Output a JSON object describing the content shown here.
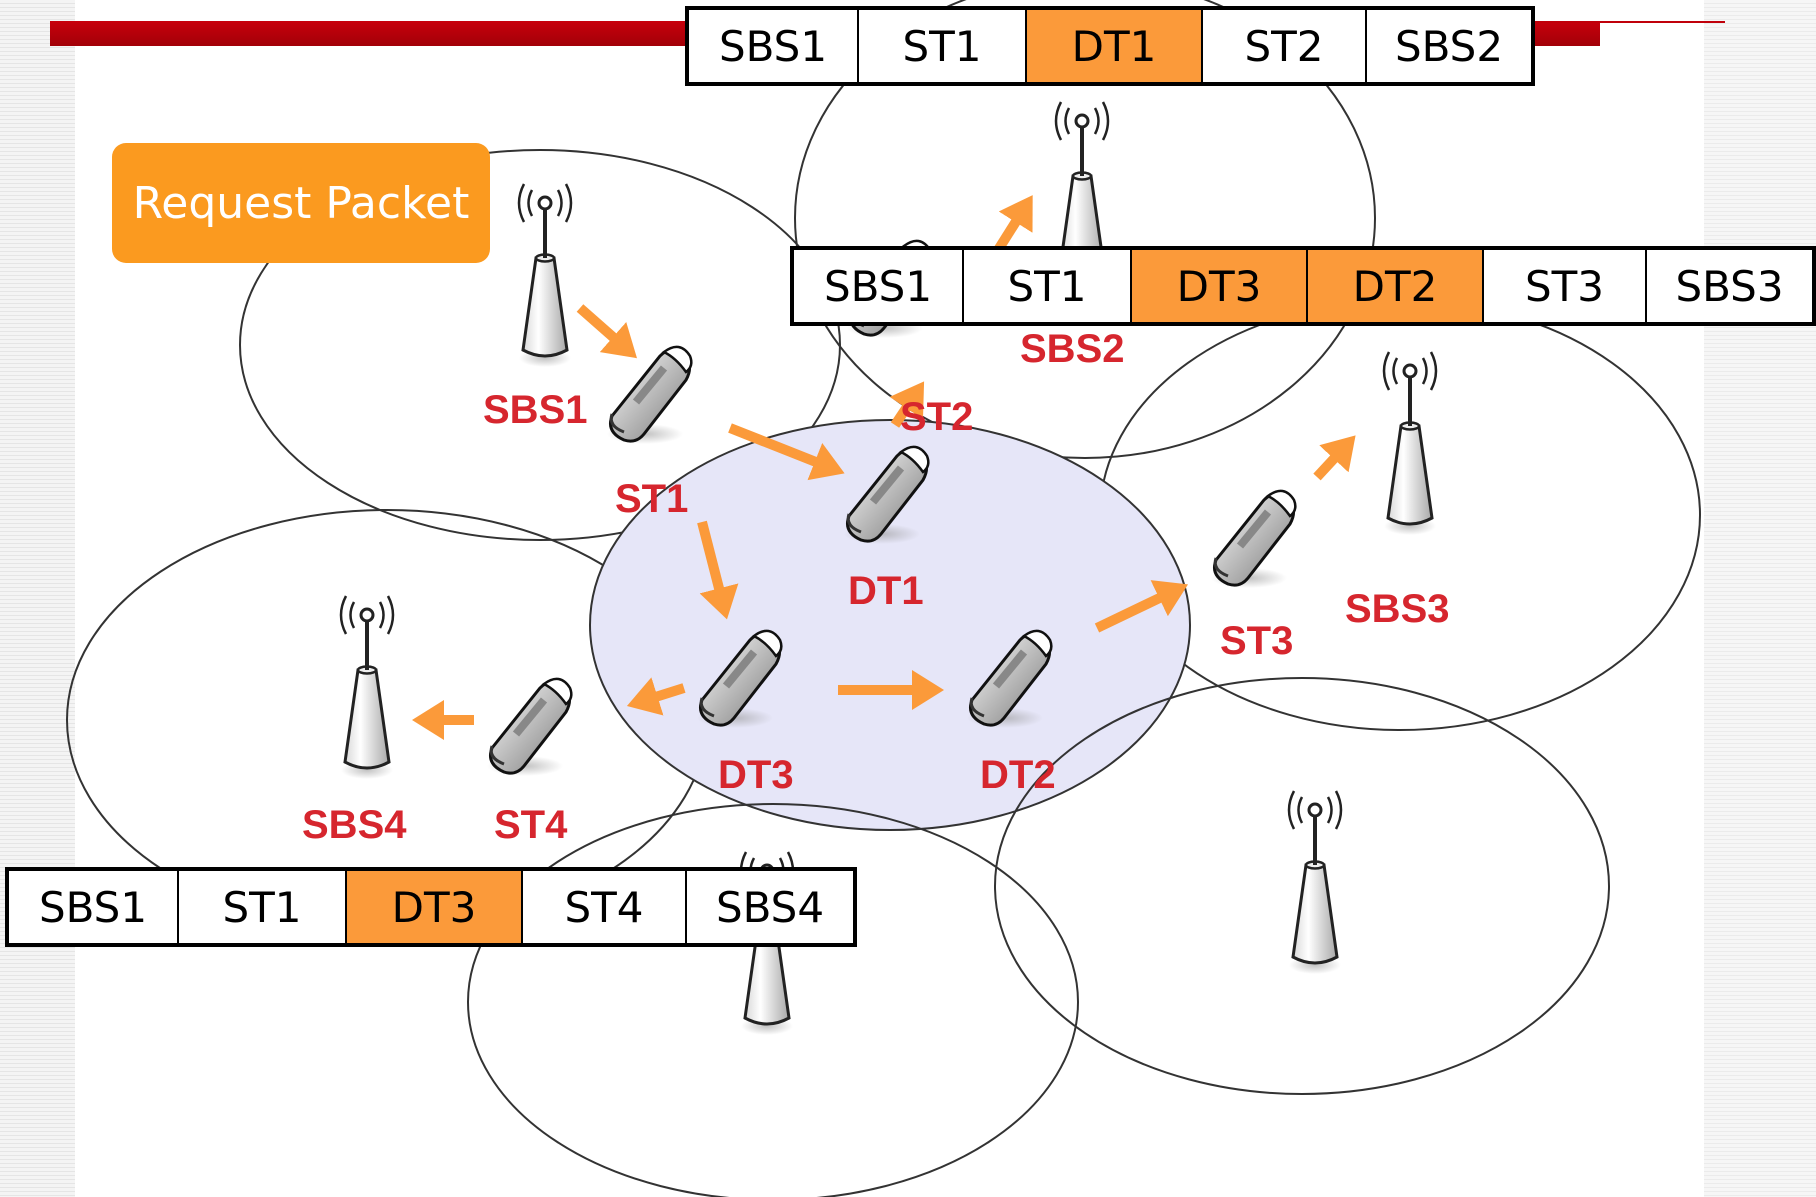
{
  "colors": {
    "arrow": "#fb9a3a",
    "label": "#d6262e",
    "highlight_cell": "#fb9a3a",
    "badge": "#fb9a1f",
    "shaded_cell": "#e6e6f8",
    "title_bar": "#c0000a"
  },
  "request_badge": {
    "text": "Request Packet"
  },
  "nodes": {
    "sbs1": "SBS1",
    "st1": "ST1",
    "dt1": "DT1",
    "st2": "ST2",
    "sbs2": "SBS2",
    "sbs3": "SBS3",
    "st3": "ST3",
    "dt2": "DT2",
    "dt3": "DT3",
    "st4": "ST4",
    "sbs4": "SBS4"
  },
  "icons": [
    "antenna-tower-icon",
    "mobile-phone-icon"
  ],
  "packets": [
    {
      "cells": [
        {
          "text": "SBS1",
          "highlight": false
        },
        {
          "text": "ST1",
          "highlight": false
        },
        {
          "text": "DT1",
          "highlight": true
        },
        {
          "text": "ST2",
          "highlight": false
        },
        {
          "text": "SBS2",
          "highlight": false
        }
      ]
    },
    {
      "cells": [
        {
          "text": "SBS1",
          "highlight": false
        },
        {
          "text": "ST1",
          "highlight": false
        },
        {
          "text": "DT3",
          "highlight": true
        },
        {
          "text": "DT2",
          "highlight": true
        },
        {
          "text": "ST3",
          "highlight": false
        },
        {
          "text": "SBS3",
          "highlight": false
        }
      ]
    },
    {
      "cells": [
        {
          "text": "SBS1",
          "highlight": false
        },
        {
          "text": "ST1",
          "highlight": false
        },
        {
          "text": "DT3",
          "highlight": true
        },
        {
          "text": "ST4",
          "highlight": false
        },
        {
          "text": "SBS4",
          "highlight": false
        }
      ]
    }
  ]
}
